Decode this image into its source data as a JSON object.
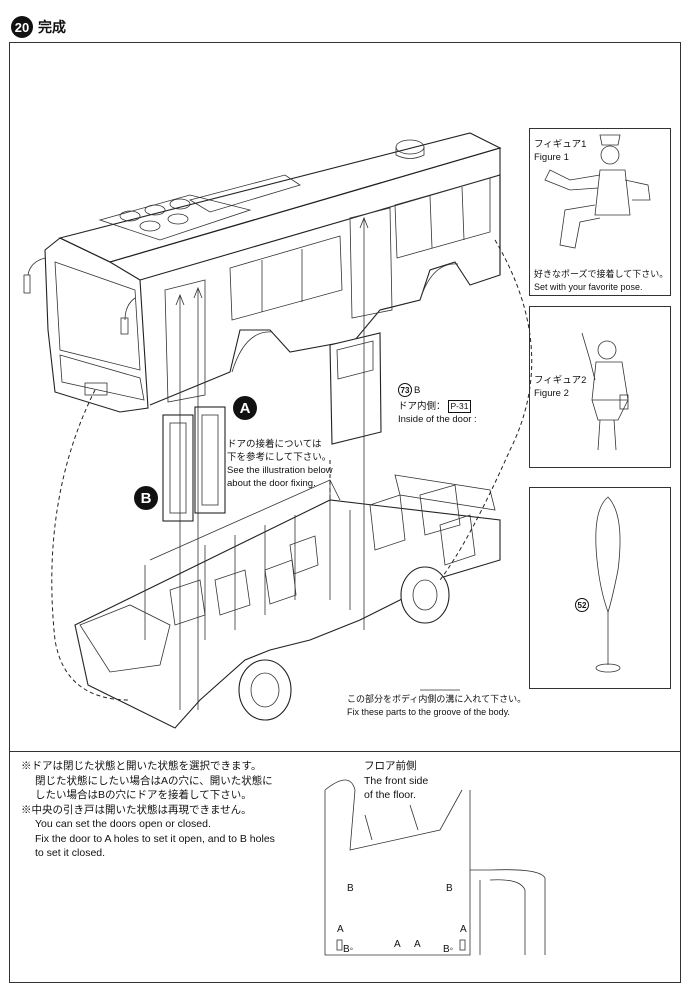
{
  "header": {
    "step_number": "20",
    "title": "完成"
  },
  "figure1": {
    "label_jp": "フィギュア1",
    "label_en": "Figure 1",
    "caption_jp": "好きなポーズで接着して下さい。",
    "caption_en": "Set with your favorite pose."
  },
  "figure2": {
    "label_jp": "フィギュア2",
    "label_en": "Figure 2"
  },
  "sign_part": {
    "number": "52"
  },
  "door_part": {
    "number": "73",
    "suffix": "B",
    "inside_jp": "ドア内側：",
    "inside_ref": "P-31",
    "inside_en": "Inside of the door :"
  },
  "door_note": {
    "line1": "ドアの接着については",
    "line2": "下を参考にして下さい。",
    "line3": "See the illustration below",
    "line4": "about the door fixing."
  },
  "labels": {
    "a": "A",
    "b": "B"
  },
  "groove_note": {
    "jp": "この部分をボディ内側の溝に入れて下さい。",
    "en": "Fix these parts to the groove of the body."
  },
  "bottom_notes": {
    "line1": "※ドアは閉じた状態と開いた状態を選択できます。",
    "line2": "閉じた状態にしたい場合はAの穴に、開いた状態に",
    "line3": "したい場合はBの穴にドアを接着して下さい。",
    "line4": "※中央の引き戸は開いた状態は再現できません。",
    "line5": "You can set the doors open or closed.",
    "line6": "Fix the door to A holes to set it open, and to B holes",
    "line7": "to set it closed."
  },
  "floor": {
    "label_jp": "フロア前側",
    "label_en1": "The front side",
    "label_en2": "of the floor."
  },
  "holes": {
    "b": "B",
    "a": "A"
  }
}
